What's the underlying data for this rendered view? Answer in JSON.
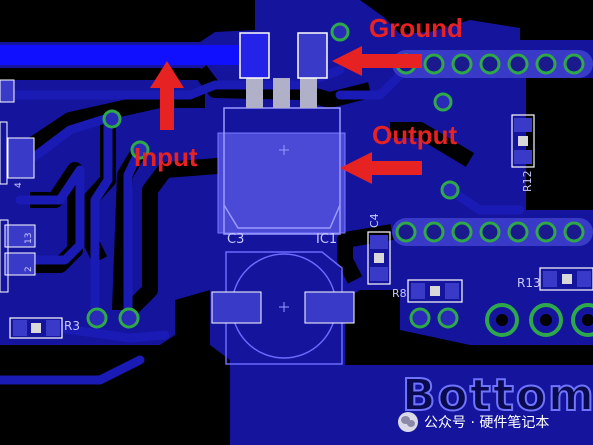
{
  "annotations": {
    "ground": "Ground",
    "output": "Output",
    "input": "Input"
  },
  "silkscreen": {
    "c3": "C3",
    "ic1": "IC1",
    "r3": "R3",
    "r8": "R8",
    "r12": "R12",
    "r13": "R13",
    "c4": "C4",
    "partial_4": "4",
    "partial_13": "13",
    "partial_2": "2"
  },
  "layer_label": "Bottom",
  "watermark": "公众号 · 硬件笔记本",
  "colors": {
    "board": "#1616a0",
    "copper": "#3b3bc8",
    "trace": "#0e0e8c",
    "bright_trace": "#1010ff",
    "via_ring": "#2ea84a",
    "annotation": "#e62222",
    "silkscreen": "#c8c8ff"
  }
}
